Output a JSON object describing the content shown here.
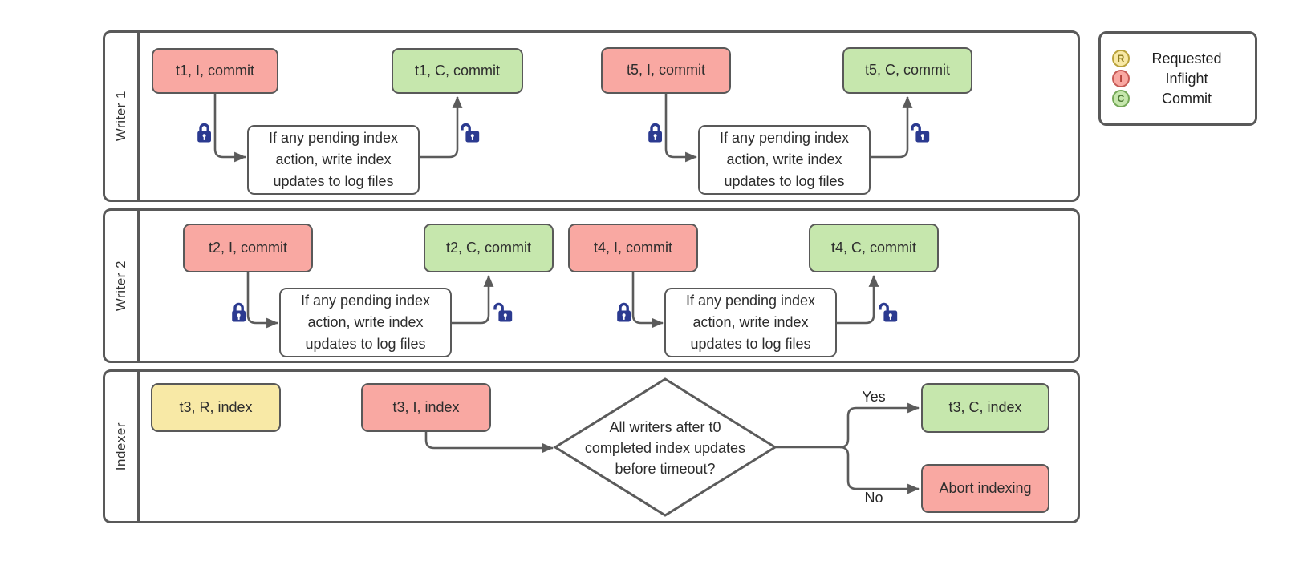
{
  "colors": {
    "background": "#FFFFFF",
    "inflight": "#F9A8A2",
    "commit": "#C6E7AD",
    "requested": "#F8E9A6",
    "process_fill": "#FFFFFF",
    "border": "#595959",
    "line": "#5B5B5B",
    "lock": "#2B3A90",
    "text": "#2D2D2D",
    "legend_r_border": "#B9A23B",
    "legend_r_text": "#8F7D20",
    "legend_i_border": "#C65A55",
    "legend_i_text": "#B03A34",
    "legend_c_border": "#74A857",
    "legend_c_text": "#4C7A35"
  },
  "lanes": {
    "writer1": "Writer 1",
    "writer2": "Writer 2",
    "indexer": "Indexer"
  },
  "nodes": {
    "t1_inflight": {
      "label": "t1, I, commit"
    },
    "t1_commit": {
      "label": "t1, C, commit"
    },
    "t5_inflight": {
      "label": "t5, I, commit"
    },
    "t5_commit": {
      "label": "t5, C, commit"
    },
    "t2_inflight": {
      "label": "t2, I, commit"
    },
    "t2_commit": {
      "label": "t2, C, commit"
    },
    "t4_inflight": {
      "label": "t4, I, commit"
    },
    "t4_commit": {
      "label": "t4, C, commit"
    },
    "t3_requested": {
      "label": "t3, R, index"
    },
    "t3_inflight": {
      "label": "t3, I, index"
    },
    "t3_commit": {
      "label": "t3, C, index"
    },
    "abort": {
      "label": "Abort indexing"
    },
    "process": {
      "lines": [
        "If any pending index",
        "action, write index",
        "updates to log files"
      ]
    },
    "decision": {
      "lines": [
        "All writers after t0",
        "completed index updates",
        "before timeout?"
      ]
    }
  },
  "branch_labels": {
    "yes": "Yes",
    "no": "No"
  },
  "legend": {
    "items": [
      {
        "symbol": "R",
        "label": "Requested"
      },
      {
        "symbol": "I",
        "label": "Inflight"
      },
      {
        "symbol": "C",
        "label": "Commit"
      }
    ]
  }
}
